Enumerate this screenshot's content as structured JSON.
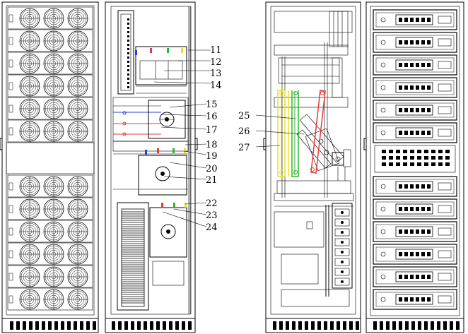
{
  "labels": {
    "c11": "11",
    "c12": "12",
    "c13": "13",
    "c14": "14",
    "c15": "15",
    "c16": "16",
    "c17": "17",
    "c18": "18",
    "c19": "19",
    "c20": "20",
    "c21": "21",
    "c22": "22",
    "c23": "23",
    "c24": "24",
    "c25": "25",
    "c26": "26",
    "c27": "27"
  },
  "colors": {
    "line": "#000000",
    "background": "#ffffff",
    "phase_red": "#e23b3b",
    "phase_green": "#2fb52f",
    "phase_yellow": "#e8e02a",
    "phase_blue": "#2b3fd6"
  },
  "panels": [
    "front-cabinet",
    "internal-switch-cabinet",
    "rear-busbar-cabinet",
    "power-module-cabinet"
  ]
}
